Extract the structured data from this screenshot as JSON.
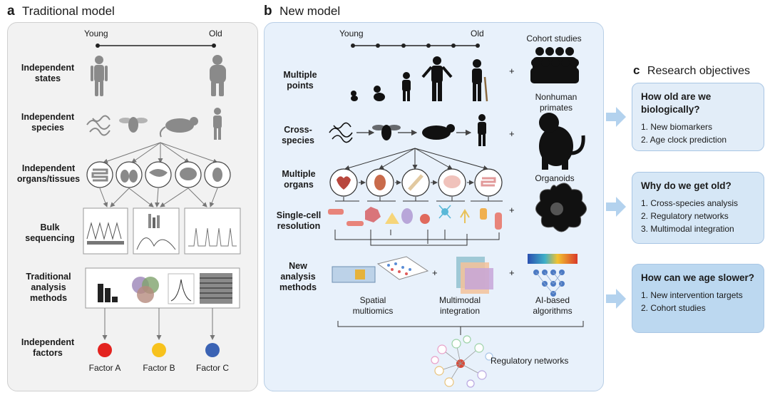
{
  "panel_a": {
    "letter": "a",
    "title": "Traditional model",
    "timeline": {
      "start": "Young",
      "end": "Old"
    },
    "rows": [
      {
        "label": "Independent states"
      },
      {
        "label": "Independent species"
      },
      {
        "label": "Independent organs/tissues"
      },
      {
        "label": "Bulk sequencing"
      },
      {
        "label": "Traditional analysis methods"
      },
      {
        "label": "Independent factors"
      }
    ],
    "factors": [
      {
        "label": "Factor A",
        "color": "#e3231f"
      },
      {
        "label": "Factor B",
        "color": "#f7c21d"
      },
      {
        "label": "Factor C",
        "color": "#3b63b4"
      }
    ]
  },
  "panel_b": {
    "letter": "b",
    "title": "New model",
    "timeline": {
      "start": "Young",
      "end": "Old"
    },
    "rows": [
      {
        "label": "Multiple points"
      },
      {
        "label": "Cross-species"
      },
      {
        "label": "Multiple organs"
      },
      {
        "label": "Single-cell resolution"
      },
      {
        "label": "New analysis methods"
      }
    ],
    "side_labels": [
      "Cohort studies",
      "Nonhuman primates",
      "Organoids"
    ],
    "plus": "+",
    "methods": [
      "Spatial multiomics",
      "Multimodal integration",
      "AI-based algorithms"
    ],
    "networks_label": "Regulatory networks"
  },
  "panel_c": {
    "letter": "c",
    "title": "Research objectives",
    "objectives": [
      {
        "question": "How old are we biologically?",
        "items": [
          "1. New biomarkers",
          "2. Age clock prediction"
        ],
        "bg": "#e2edf8"
      },
      {
        "question": "Why do we get old?",
        "items": [
          "1. Cross-species analysis",
          "2. Regulatory networks",
          "3. Multimodal integration"
        ],
        "bg": "#d6e7f6"
      },
      {
        "question": "How can we age slower?",
        "items": [
          "1. New intervention targets",
          "2. Cohort studies"
        ],
        "bg": "#bcd8f0"
      }
    ]
  },
  "colors": {
    "arrow": "#b3d2ee",
    "silhouette_gray": "#8a8a8a",
    "panel_b_bg": "#e8f1fb"
  }
}
